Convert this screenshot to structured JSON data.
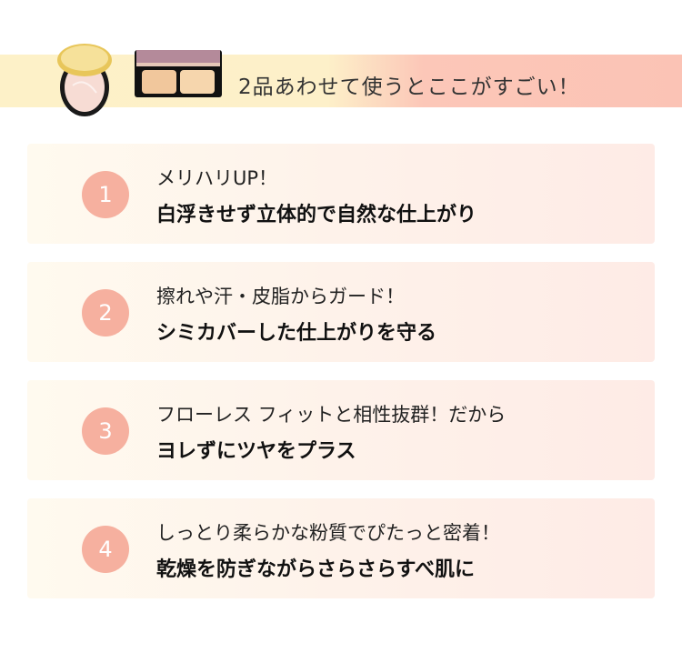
{
  "banner": {
    "title": "2品あわせて使うとここがすごい！"
  },
  "items": [
    {
      "number": "1",
      "line1": "メリハリUP！",
      "line2": "白浮きせず立体的で自然な仕上がり"
    },
    {
      "number": "2",
      "line1": "擦れや汗・皮脂からガード！",
      "line2": "シミカバーした仕上がりを守る"
    },
    {
      "number": "3",
      "line1": "フローレス フィットと相性抜群！だから",
      "line2": "ヨレずにツヤをプラス"
    },
    {
      "number": "4",
      "line1": "しっとり柔らかな粉質でぴたっと密着！",
      "line2": "乾燥を防ぎながらさらさらすべ肌に"
    }
  ]
}
